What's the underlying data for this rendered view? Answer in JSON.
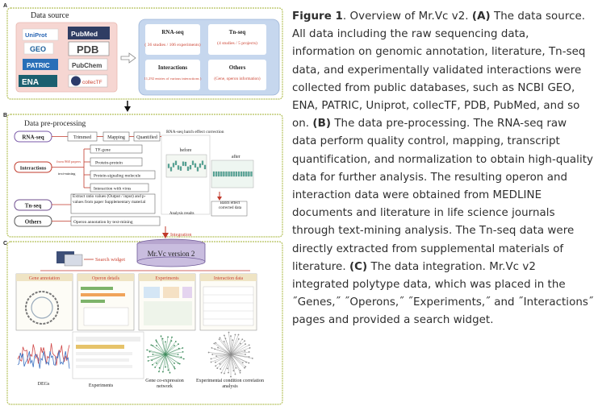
{
  "figure": {
    "panel_labels": {
      "a": "A",
      "b": "B",
      "c": "C"
    },
    "panel_a": {
      "title": "Data source",
      "logos": [
        "UniProt",
        "PubMed",
        "GEO",
        "PDB",
        "PATRIC",
        "PubChem",
        "ENA",
        "collecTF"
      ],
      "boxes": {
        "rnaseq": {
          "title": "RNA-seq",
          "detail": "( 36 studies / 106 experiments)"
        },
        "tnseq": {
          "title": "Tn-seq",
          "detail": "(4 studies / 5 projects)"
        },
        "interactions": {
          "title": "Interactions",
          "detail": "11,292 entries of various interactions )"
        },
        "others": {
          "title": "Others",
          "detail": "(Gene, operon information)"
        }
      }
    },
    "panel_b": {
      "title": "Data pre-processing",
      "rows": {
        "rnaseq": "RNA-seq",
        "interactions": "Interactions",
        "tnseq": "Tn-seq",
        "others": "Others"
      },
      "pipeline": [
        "Trimmed",
        "Mapping",
        "Quantified"
      ],
      "batch_title": "RNA-seq batch effect correction",
      "before": "before",
      "after": "after",
      "from_papers": "from 860 papers",
      "text_mining": "text-mining",
      "interaction_types": [
        "TF-gene",
        "Protein-protein",
        "Protein-signaling molecule",
        "Interaction with virus"
      ],
      "tnseq_text": "Extract ratio values (Output / input) and p-values from paper Supplementary material",
      "others_text": "Operon annotation by text-mining",
      "analysis_results": "Analysis results",
      "batch_effect": "Batch effect corrected data"
    },
    "panel_c": {
      "integration": "Integration",
      "db_title": "Mr.Vc version 2",
      "search_widget": "Search widget",
      "pages": [
        "Gene annotation",
        "Operon details",
        "Experiments",
        "Interaction data"
      ],
      "bottom": [
        "DEGs",
        "Experiments",
        "Gene co-expression network",
        "Experimental condition correlation analysis"
      ]
    }
  },
  "caption": {
    "fig_label": "Figure 1",
    "intro": ". Overview of Mr.Vc v2. ",
    "a_label": "(A)",
    "a_text": " The data source. All data including the raw sequencing data, information on genomic annotation, literature, Tn-seq data, and experimentally validated interactions were collected from public databases, such as NCBI GEO, ENA, PATRIC, Uniprot, collecTF, PDB, PubMed, and so on. ",
    "b_label": "(B)",
    "b_text": " The data pre-processing. The RNA-seq raw data perform quality control, mapping, transcript quantification, and normalization to obtain high-quality data for further analysis. The resulting operon and interaction data were obtained from MEDLINE documents and literature in life science journals through text-mining analysis. The Tn-seq data were directly extracted from supplemental materials of literature. ",
    "c_label": "(C)",
    "c_text": " The data integration. Mr.Vc v2 integrated polytype data, which was placed in the ˝Genes,˝ ˝Operons,˝ ˝Experiments,˝ and ˝Interactions˝ pages and provided a search widget."
  },
  "colors": {
    "panel_border": "#b5c15a",
    "source_pink": "#f6d6d2",
    "source_blue": "#c6d7ee",
    "caption_text": "#2e2e2e",
    "red_arrow": "#d8302b"
  }
}
